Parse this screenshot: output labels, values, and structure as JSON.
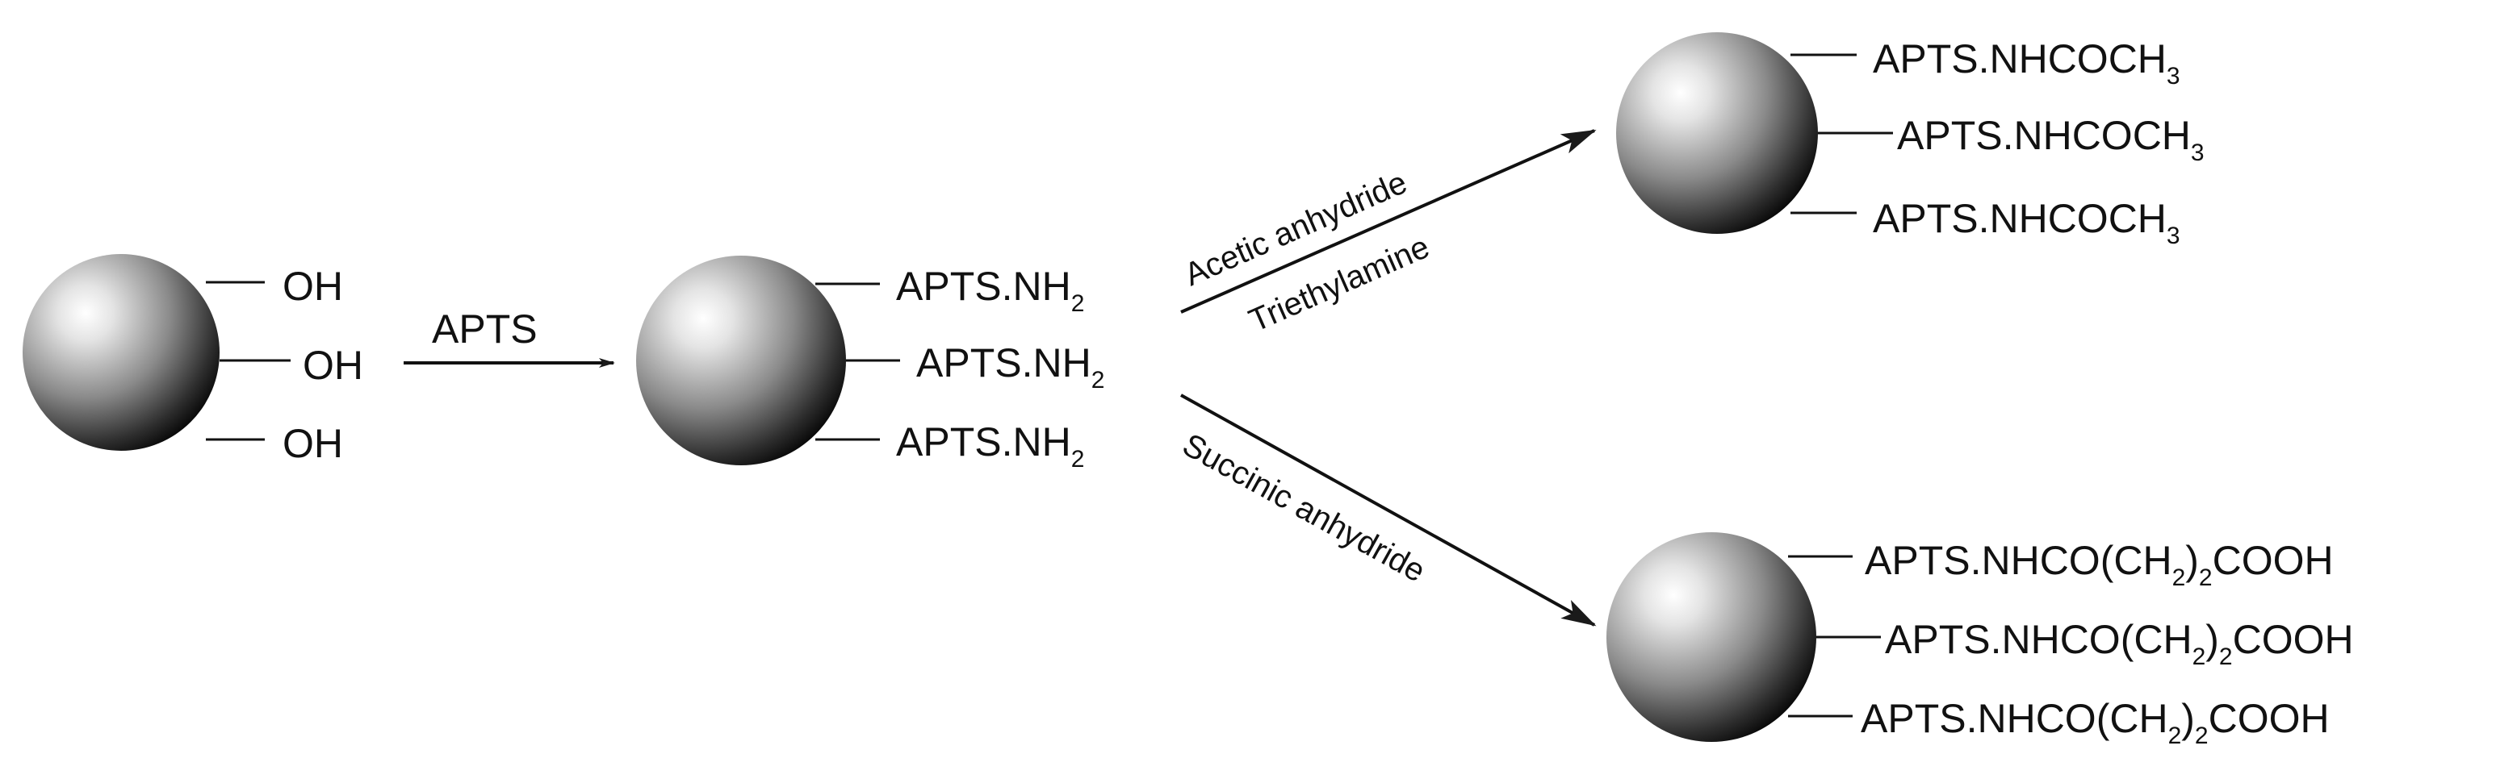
{
  "reagents": {
    "step1": "APTS",
    "upper_top": "Acetic anhydride",
    "upper_bottom": "Triethylamine",
    "lower": "Succinic anhydride"
  },
  "particles": {
    "start": {
      "groups": [
        {
          "main": "OH"
        },
        {
          "main": "OH"
        },
        {
          "main": "OH"
        }
      ]
    },
    "amine": {
      "groups": [
        {
          "main": "APTS.NH",
          "sub": "2"
        },
        {
          "main": "APTS.NH",
          "sub": "2"
        },
        {
          "main": "APTS.NH",
          "sub": "2"
        }
      ]
    },
    "acetyl": {
      "groups": [
        {
          "main": "APTS.NHCOCH",
          "sub": "3"
        },
        {
          "main": "APTS.NHCOCH",
          "sub": "3"
        },
        {
          "main": "APTS.NHCOCH",
          "sub": "3"
        }
      ]
    },
    "succinyl": {
      "groups": [
        {
          "a": "APTS.NHCO(CH",
          "s1": "2",
          "b": ")",
          "s2": "2",
          "c": "COOH"
        },
        {
          "a": "APTS.NHCO(CH",
          "s1": "2",
          "b": ")",
          "s2": "2",
          "c": "COOH"
        },
        {
          "a": "APTS.NHCO(CH",
          "s1": "2",
          "b": ")",
          "s2": "2",
          "c": "COOH"
        }
      ]
    }
  }
}
